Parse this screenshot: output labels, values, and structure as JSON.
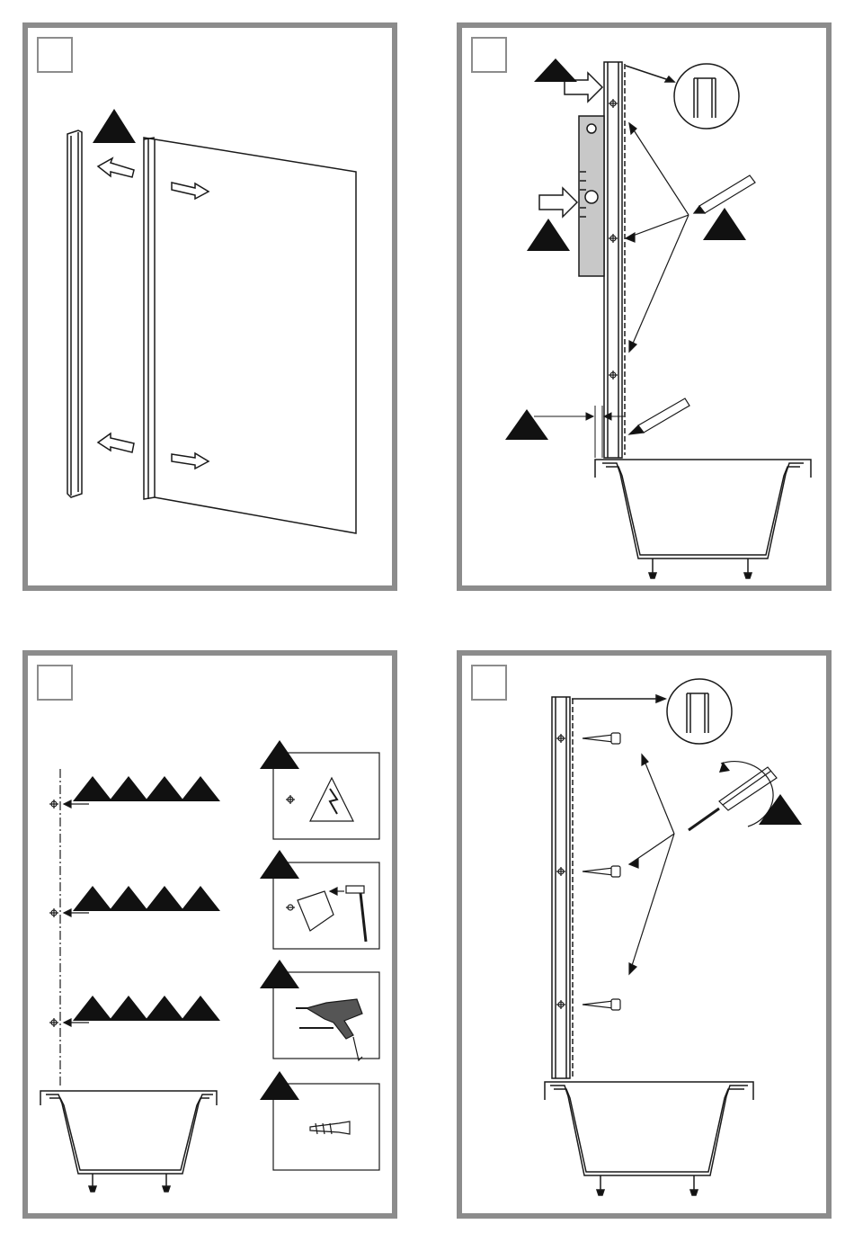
{
  "page": {
    "title": ""
  },
  "panels": [
    {
      "id": "panel-1",
      "step_label": ""
    },
    {
      "id": "panel-2",
      "step_label": ""
    },
    {
      "id": "panel-3",
      "step_label": ""
    },
    {
      "id": "panel-4",
      "step_label": ""
    }
  ],
  "icons": [
    "warning-triangle-icon",
    "arrow-icon",
    "pencil-icon",
    "spirit-level-icon",
    "bathtub-icon",
    "profile-detail-icon",
    "electric-warning-icon",
    "hammer-icon",
    "drill-icon",
    "wall-plug-icon",
    "screwdriver-icon",
    "screw-icon",
    "rotate-icon"
  ],
  "colors": {
    "border": "#8c8c8c",
    "line": "#1a1a1a",
    "fill": "#111111"
  }
}
